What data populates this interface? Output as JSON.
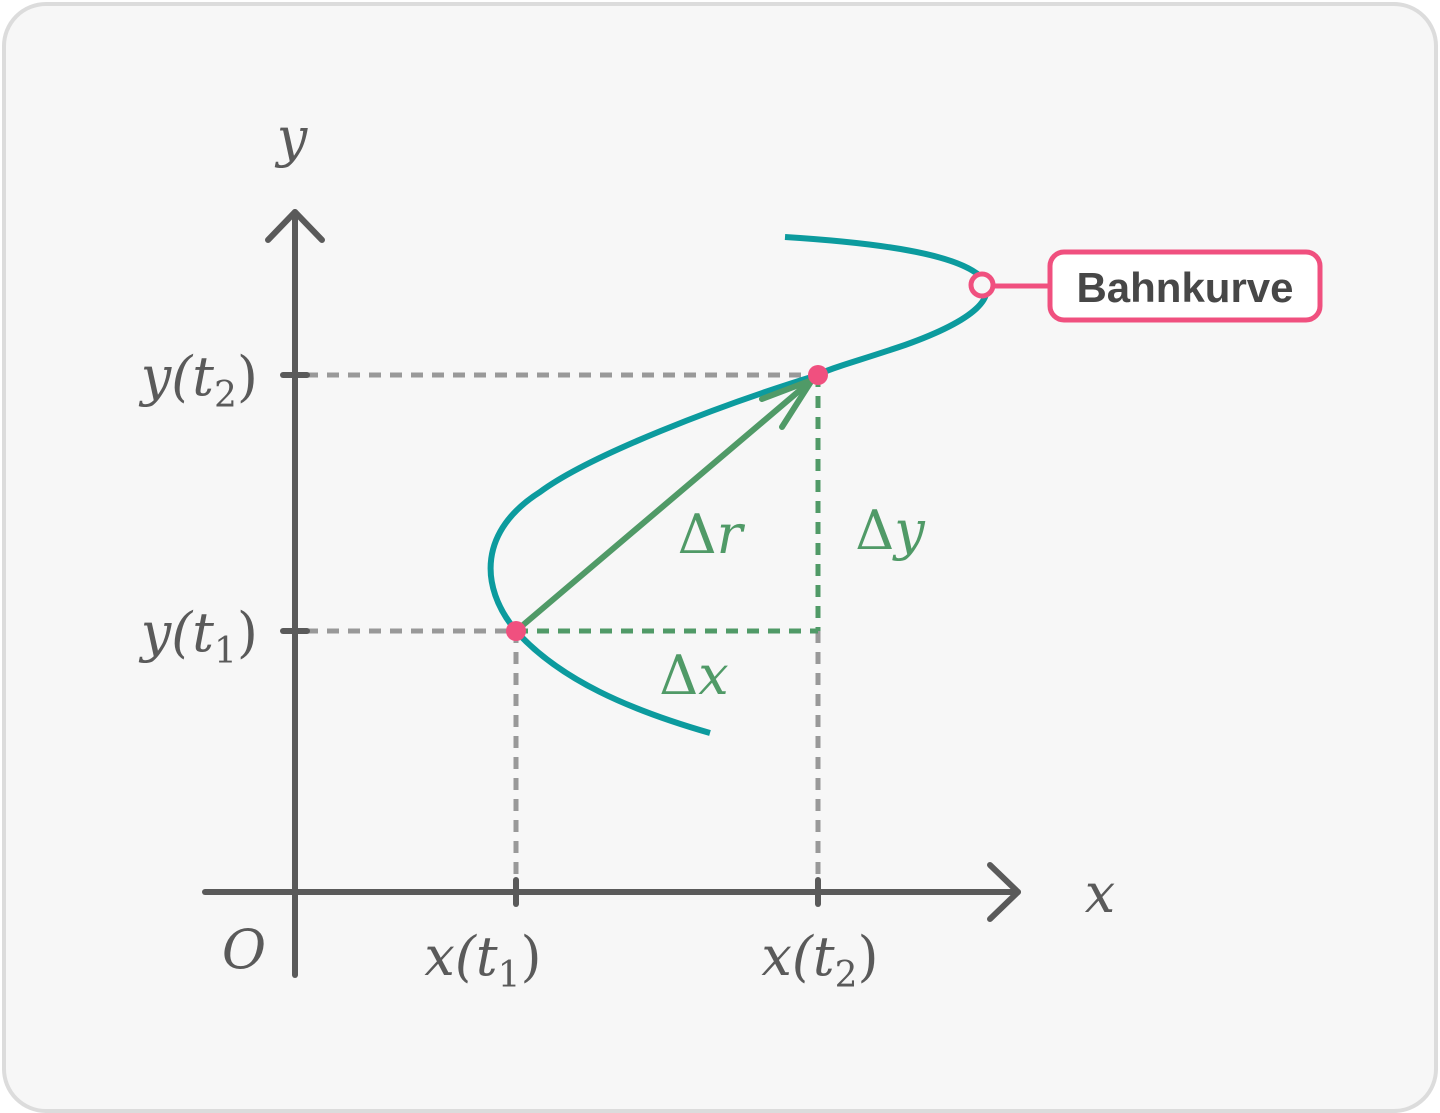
{
  "colors": {
    "background": "#f7f7f7",
    "card_border": "#dcdcdc",
    "axis": "#5a5a5a",
    "guide_dashes": "#999999",
    "curve": "#0c9b9e",
    "delta": "#509a67",
    "point": "#f0507f",
    "callout_border": "#f0507f",
    "callout_text": "#474747"
  },
  "axes": {
    "y_label": "y",
    "x_label": "x",
    "origin_label": "O"
  },
  "ticks": {
    "y_t2": {
      "base": "y(t",
      "sub": "2",
      "close": ")"
    },
    "y_t1": {
      "base": "y(t",
      "sub": "1",
      "close": ")"
    },
    "x_t1": {
      "base": "x(t",
      "sub": "1",
      "close": ")"
    },
    "x_t2": {
      "base": "x(t",
      "sub": "2",
      "close": ")"
    }
  },
  "deltas": {
    "symbol": "Δ",
    "r": "r",
    "x": "x",
    "y": "y"
  },
  "callout": {
    "label": "Bahnkurve"
  }
}
